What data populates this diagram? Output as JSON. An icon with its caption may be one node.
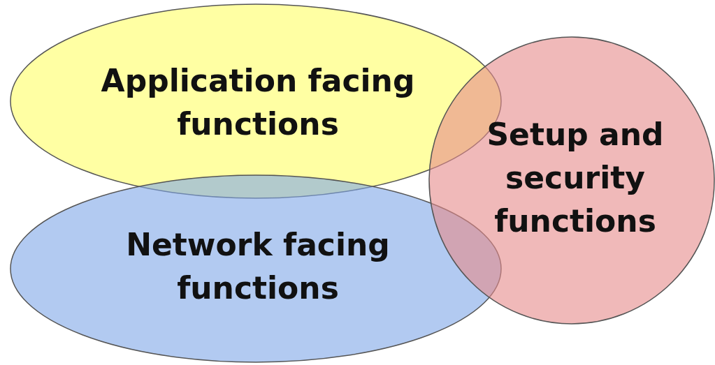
{
  "diagram": {
    "nodes": [
      {
        "text": [
          "Application facing functions"
        ]
      },
      {
        "text": [
          "Network facing functions"
        ]
      },
      {
        "text": [
          "Setup and security functions"
        ]
      }
    ]
  }
}
